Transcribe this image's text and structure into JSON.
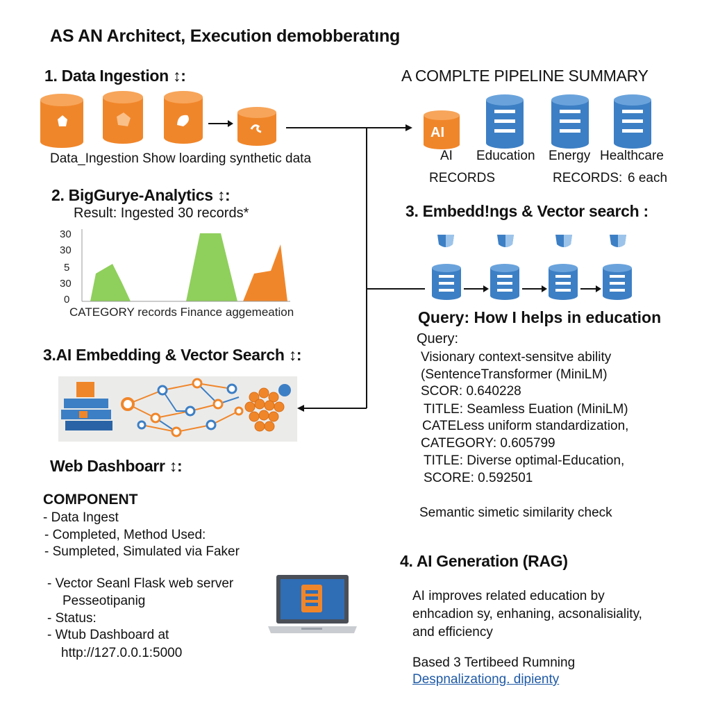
{
  "title": "AS AN Architect, Execution demobberatıng",
  "ingestion": {
    "heading": "1. Data Ingestion",
    "heading_icon": "↕:",
    "caption": "Data_Ingestion Show loarding synthetic data"
  },
  "analytics": {
    "heading": "2. BigGurye-Analytics",
    "heading_icon": "↕:",
    "result": "Result: Ingested 30 records*",
    "y_ticks": [
      "30",
      "30",
      "5",
      "30",
      "0"
    ],
    "caption": "CATEGORY records Finance aggemeation"
  },
  "embedding_left": {
    "heading": "3.AI Embedding & Vector Search",
    "heading_icon": "↕:"
  },
  "dashboard": {
    "heading": "Web Dashboarr",
    "heading_icon": "↕:",
    "component_label": "COMPONENT",
    "lines": [
      "- Data Ingest",
      "- Completed, Method Used:",
      "- Sumpleted, Simulated via Faker"
    ],
    "lines2": [
      "- Vector Seanl Flask web server",
      "Pesseotipanig",
      "- Status:",
      "- Wtub Dashboard at",
      "http://127.0.0.1:5000"
    ]
  },
  "summary": {
    "heading": "A COMPLTE PIPELINE SUMMARY",
    "ai_badge": "AI",
    "labels": [
      "AI",
      "Education",
      "Energy",
      "Healthcare"
    ],
    "records_left": "RECORDS",
    "records_right": "RECORDS:",
    "records_count": "6 each"
  },
  "embedding_right": {
    "heading": "3. Embedd!ngs & Vector search",
    "heading_suffix": ":"
  },
  "query": {
    "heading": "Query: How I helps in education",
    "label": "Query:",
    "lines": [
      "Visionary context-sensitve ability",
      "(SentenceTransformer (MiniLM)",
      "SCOR: 0.640228",
      "TITLE: Seamless Euation (MiniLM)",
      "CATELess uniform standardization,",
      "CATEGORY: 0.605799",
      "TITLE: Diverse optimal-Education,",
      "SCORE:  0.592501"
    ],
    "check": "Semantic simetic similarity check"
  },
  "generation": {
    "heading": "4. AI Generation (RAG)",
    "lines": [
      "AI improves related education by",
      "enhcadion sy, enhaning, acsonalisiality,",
      "and efficiency"
    ],
    "based": "Based  3  Tertibeed Rumning",
    "link": "Despnalizationg. dipienty"
  },
  "colors": {
    "orange": "#f0862a",
    "orange_dark": "#d96f16",
    "blue": "#3d7fc4",
    "blue_dark": "#2a64a6",
    "green": "#8fcf5c",
    "link": "#1f5aa6"
  }
}
